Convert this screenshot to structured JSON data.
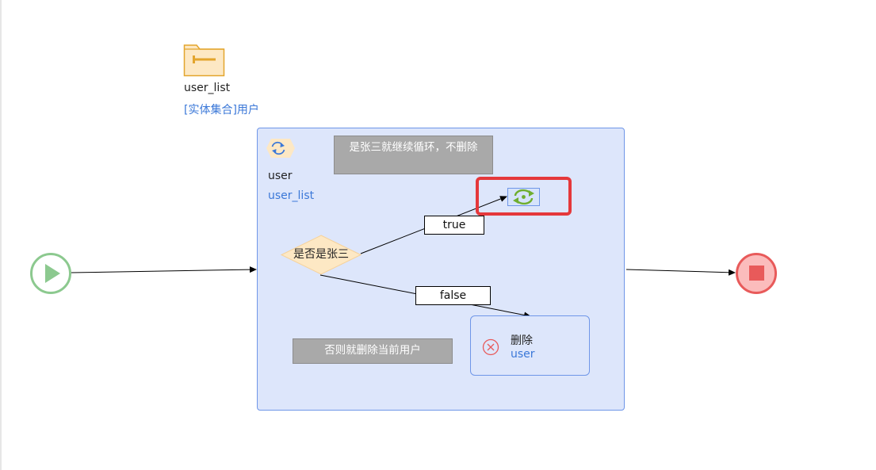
{
  "collection": {
    "icon": "folder-icon",
    "name": "user_list",
    "type_label": "[实体集合]用户"
  },
  "loop": {
    "icon": "loop-icon",
    "item_var": "user",
    "source": "user_list"
  },
  "notes": {
    "continue_note": "是张三就继续循环，不删除",
    "delete_note": "否则就删除当前用户"
  },
  "decision": {
    "label": "是否是张三"
  },
  "edges": {
    "true_label": "true",
    "false_label": "false"
  },
  "continue_node": {
    "icon": "continue-loop-icon"
  },
  "delete_node": {
    "icon": "delete-circle-icon",
    "title": "删除",
    "target": "user"
  },
  "start": {
    "icon": "play-icon"
  },
  "end": {
    "icon": "stop-icon"
  },
  "colors": {
    "loop_fill": "#dde6fb",
    "loop_border": "#6f96e8",
    "note_fill": "#a9a9a9",
    "decision_fill": "#fde8c4",
    "start_green": "#8cc98f",
    "end_red": "#e85a5a",
    "highlight_red": "#e5383b",
    "link_blue": "#3b78d8"
  }
}
